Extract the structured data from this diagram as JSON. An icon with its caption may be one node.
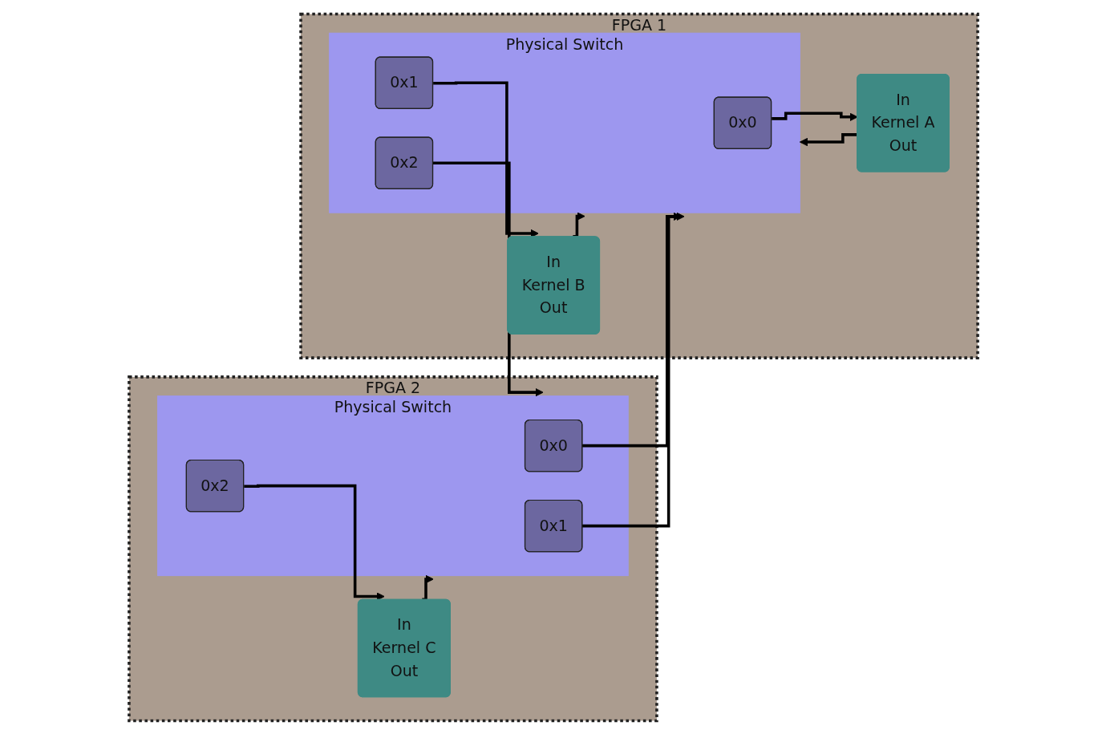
{
  "diagram": {
    "nodes": [
      {
        "text": [
          "FPGA 1"
        ]
      },
      {
        "text": [
          "Physical Switch"
        ],
        "in": 0
      },
      {
        "text": [
          "0x0"
        ],
        "in": 1
      },
      {
        "text": [
          "0x1"
        ],
        "in": 1
      },
      {
        "text": [
          "0x2"
        ],
        "in": 1
      },
      {
        "text": [
          "In",
          "Kernel A",
          "Out"
        ],
        "in": 0
      },
      {
        "text": [
          "In",
          "Kernel B",
          "Out"
        ],
        "in": 0
      },
      {
        "text": [
          "FPGA 2"
        ]
      },
      {
        "text": [
          "Physical Switch"
        ],
        "in": 7
      },
      {
        "text": [
          "0x0"
        ],
        "in": 8
      },
      {
        "text": [
          "0x1"
        ],
        "in": 8
      },
      {
        "text": [
          "0x2"
        ],
        "in": 8
      },
      {
        "text": [
          "In",
          "Kernel C",
          "Out"
        ],
        "in": 7
      }
    ],
    "edges": [
      {
        "from": 2,
        "to": 5,
        "arrow": "to"
      },
      {
        "from": 3,
        "to": 6,
        "arrow": "to"
      },
      {
        "from": 4,
        "to": 8,
        "arrow": "to"
      },
      {
        "from": 5,
        "to": 1,
        "arrow": "to"
      },
      {
        "from": 6,
        "to": 1,
        "arrow": "to"
      },
      {
        "from": 9,
        "to": 1,
        "arrow": "to"
      },
      {
        "from": 10,
        "to": 1,
        "arrow": "to"
      },
      {
        "from": 11,
        "to": 12,
        "arrow": "to"
      },
      {
        "from": 12,
        "to": 8,
        "arrow": "to"
      }
    ]
  }
}
